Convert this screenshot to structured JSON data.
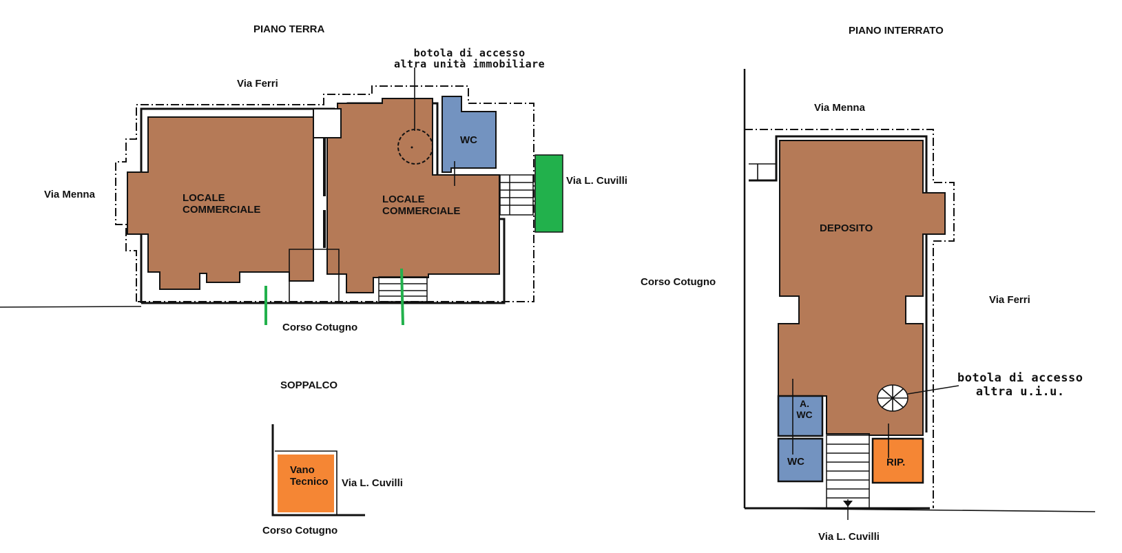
{
  "colors": {
    "commercial_room": "#b57a57",
    "wc": "#7393c0",
    "technical_room": "#f58634",
    "green_marker": "#22b14c",
    "wall": "#111111"
  },
  "ground_floor": {
    "title": "PIANO TERRA",
    "street_top": "Via Ferri",
    "street_left": "Via Menna",
    "street_right": "Via L. Cuvilli",
    "street_bottom": "Corso Cotugno",
    "room_left": "LOCALE\nCOMMERCIALE",
    "room_right": "LOCALE\nCOMMERCIALE",
    "wc": "WC",
    "hatch_note": "botola di accesso\naltra unità immobiliare"
  },
  "mezzanine": {
    "title": "SOPPALCO",
    "room": "Vano\nTecnico",
    "street_right": "Via L. Cuvilli",
    "street_bottom": "Corso Cotugno"
  },
  "basement": {
    "title": "PIANO INTERRATO",
    "street_top": "Via Menna",
    "street_left": "Corso Cotugno",
    "street_right": "Via Ferri",
    "street_bottom": "Via L. Cuvilli",
    "deposit": "DEPOSITO",
    "antiwc": "A.\nWC",
    "wc": "WC",
    "storage": "RIP.",
    "hatch_note": "botola di accesso\naltra u.i.u."
  }
}
